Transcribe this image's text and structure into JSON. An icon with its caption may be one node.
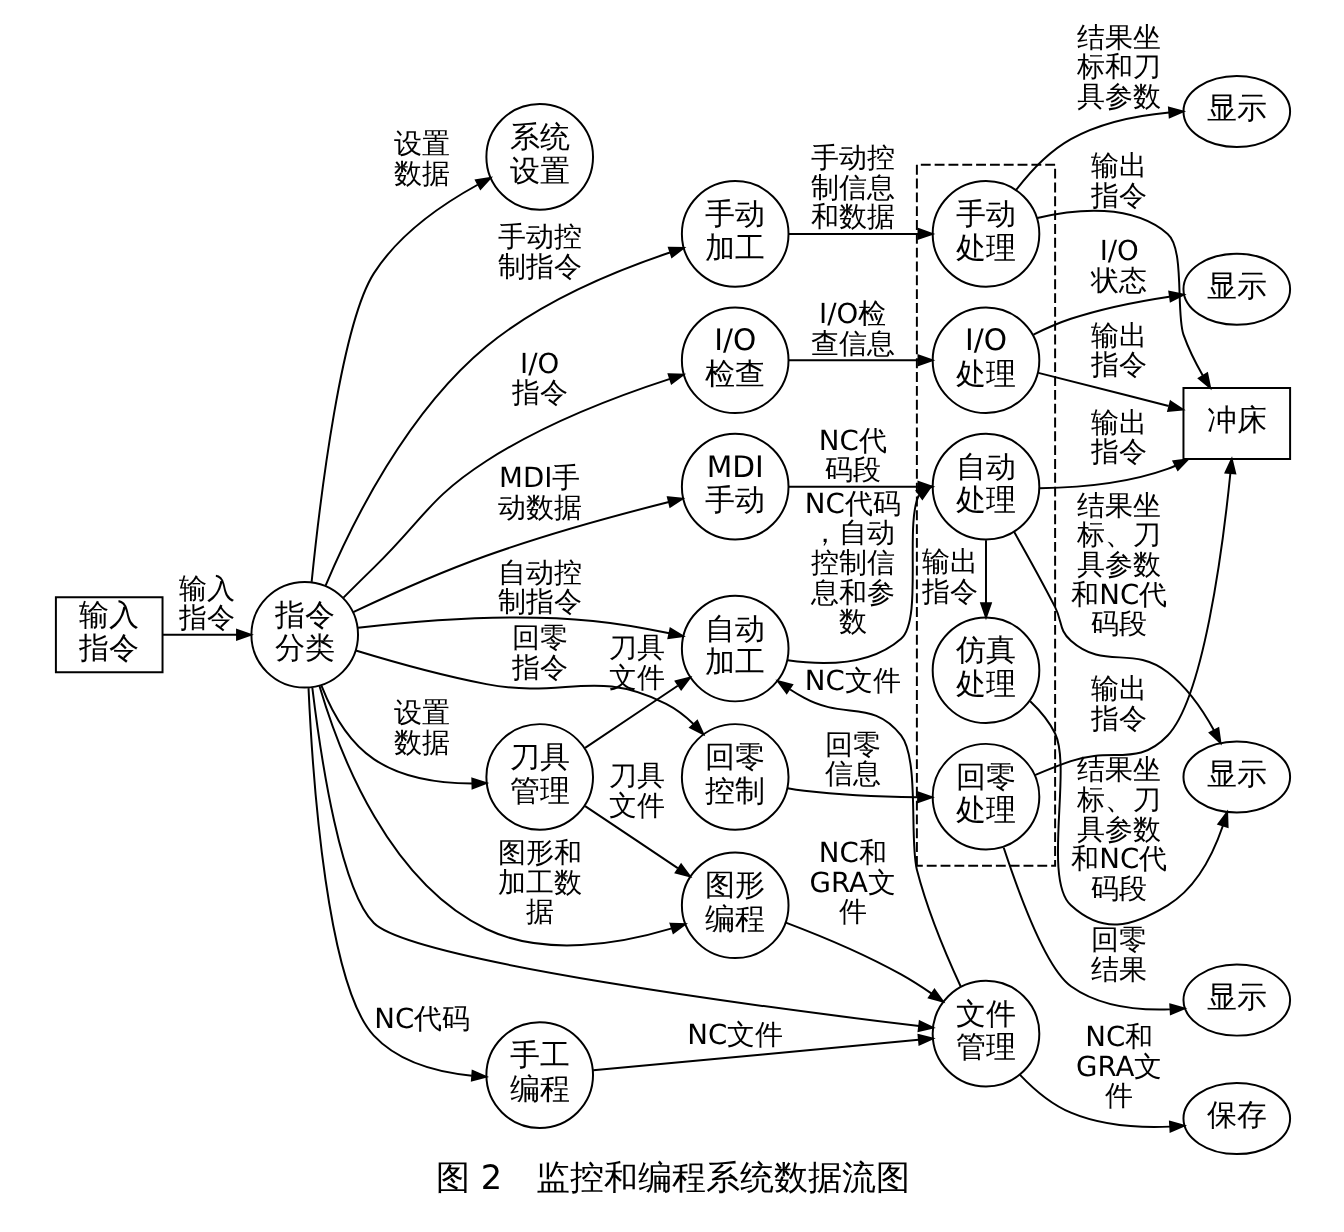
{
  "diagram": {
    "caption": "图 2　监控和编程系统数据流图",
    "nodes": [
      {
        "text": [
          "输入指令"
        ]
      },
      {
        "text": [
          "指令分类"
        ]
      },
      {
        "text": [
          "系统设置"
        ]
      },
      {
        "text": [
          "I/O检查"
        ]
      },
      {
        "text": [
          "回零控制"
        ]
      },
      {
        "text": [
          "手动加工"
        ]
      },
      {
        "text": [
          "自动加工"
        ]
      },
      {
        "text": [
          "MDI手动"
        ]
      },
      {
        "text": [
          "手工编程"
        ]
      },
      {
        "text": [
          "文件管理"
        ]
      },
      {
        "text": [
          "刀具管理"
        ]
      },
      {
        "text": [
          "图形编程"
        ]
      },
      {
        "text": [
          "保存"
        ]
      },
      {
        "text": [],
        "shape": "box"
      },
      {
        "text": [
          "显示"
        ]
      },
      {
        "text": [
          "显示"
        ]
      },
      {
        "text": [
          "回零处理"
        ],
        "in": 13
      },
      {
        "text": [
          "I/O处理"
        ],
        "in": 13
      },
      {
        "text": [
          "手动处理"
        ],
        "in": 13
      },
      {
        "text": [
          "显示"
        ]
      },
      {
        "text": [
          "自动处理"
        ],
        "in": 13
      },
      {
        "text": [
          "仿真处理"
        ],
        "in": 13
      },
      {
        "text": [
          "显示"
        ]
      },
      {
        "text": [
          "冲床"
        ]
      }
    ],
    "edges": [
      {
        "from": 0,
        "to": 1,
        "arrow": "to",
        "label": "输入指令"
      },
      {
        "from": 1,
        "to": 2,
        "arrow": "to",
        "label": "设置数据"
      },
      {
        "from": 1,
        "to": 3,
        "arrow": "to",
        "label": "I/O指令"
      },
      {
        "from": 1,
        "to": 4,
        "arrow": "to",
        "label": "回零指令"
      },
      {
        "from": 1,
        "to": 5,
        "arrow": "to",
        "label": "手动控制指令"
      },
      {
        "from": 1,
        "to": 6,
        "arrow": "to",
        "label": "自动控制指令"
      },
      {
        "from": 1,
        "to": 7,
        "arrow": "to",
        "label": "MDI手动数据"
      },
      {
        "from": 1,
        "to": 9,
        "arrow": "to"
      },
      {
        "from": 1,
        "to": 8,
        "arrow": "to",
        "label": "NC代码"
      },
      {
        "from": 1,
        "to": 10,
        "arrow": "to",
        "label": "设置数据"
      },
      {
        "from": 1,
        "to": 11,
        "arrow": "to",
        "label": "图形和加工数据"
      },
      {
        "from": 10,
        "to": 6,
        "arrow": "to",
        "label": "刀具文件"
      },
      {
        "from": 8,
        "to": 9,
        "arrow": "to",
        "label": "NC文件"
      },
      {
        "from": 9,
        "to": 6,
        "arrow": "to",
        "label": "NC文件"
      },
      {
        "from": 10,
        "to": 11,
        "arrow": "to",
        "label": "刀具文件"
      },
      {
        "from": 9,
        "to": 12,
        "arrow": "to",
        "label": "NC和GRA文件"
      },
      {
        "from": 11,
        "to": 9,
        "arrow": "to",
        "label": "NC和GRA文件"
      },
      {
        "from": 3,
        "to": 17,
        "arrow": "to",
        "label": "I/O检查信息"
      },
      {
        "from": 4,
        "to": 16,
        "arrow": "to",
        "label": "回零信息"
      },
      {
        "from": 5,
        "to": 18,
        "arrow": "to",
        "label": "手动控制信息和数据"
      },
      {
        "from": 6,
        "to": 20,
        "arrow": "to",
        "label": "NC代码，自动控制信息和参数"
      },
      {
        "from": 7,
        "to": 20,
        "arrow": "to",
        "label": "NC代码段"
      },
      {
        "from": 16,
        "to": 14,
        "arrow": "to",
        "label": "回零结果"
      },
      {
        "from": 17,
        "to": 15,
        "arrow": "to",
        "label": "I/O状态"
      },
      {
        "from": 18,
        "to": 19,
        "arrow": "to",
        "label": "结果坐标和刀具参数"
      },
      {
        "from": 16,
        "to": 23,
        "arrow": "to",
        "label": "输出指令"
      },
      {
        "from": 17,
        "to": 23,
        "arrow": "to",
        "label": "输出指令"
      },
      {
        "from": 18,
        "to": 23,
        "arrow": "to",
        "label": "输出指令"
      },
      {
        "from": 20,
        "to": 21,
        "arrow": "to",
        "label": "输出指令"
      },
      {
        "from": 20,
        "to": 23,
        "arrow": "to",
        "label": "输出指令"
      },
      {
        "from": 20,
        "to": 22,
        "arrow": "to",
        "label": "结果坐标、刀具参数和NC代码段"
      },
      {
        "from": 21,
        "to": 22,
        "arrow": "to",
        "label": "结果坐标、刀具参数和NC代码段"
      }
    ]
  }
}
